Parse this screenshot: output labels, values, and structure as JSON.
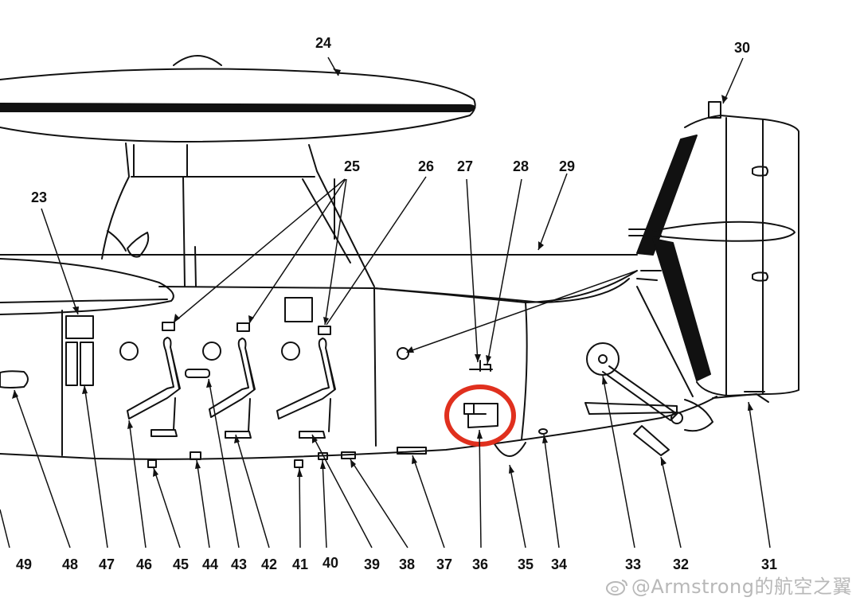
{
  "diagram": {
    "callouts": {
      "n24": "24",
      "n25": "25",
      "n26": "26",
      "n27": "27",
      "n28": "28",
      "n29": "29",
      "n30": "30",
      "n23": "23",
      "n49": "49",
      "n48": "48",
      "n47": "47",
      "n46": "46",
      "n45": "45",
      "n44": "44",
      "n43": "43",
      "n42": "42",
      "n41": "41",
      "n40": "40",
      "n39": "39",
      "n38": "38",
      "n37": "37",
      "n36": "36",
      "n35": "35",
      "n34": "34",
      "n33": "33",
      "n32": "32",
      "n31": "31"
    },
    "highlight_color": "#e0301e",
    "ink_color": "#111111"
  },
  "watermark": {
    "text": "@Armstrong的航空之翼"
  }
}
